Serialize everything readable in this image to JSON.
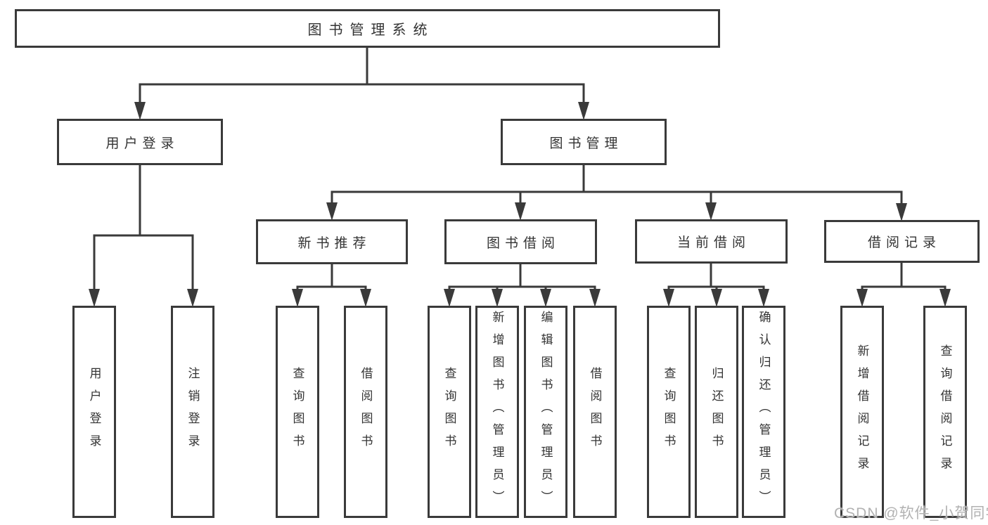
{
  "colors": {
    "line": "#3a3a3a",
    "box_border": "#3a3a3a",
    "text": "#333333",
    "watermark": "#b2b2b2",
    "background": "#ffffff"
  },
  "watermark": {
    "text": "CSDN @软件_小贺同学"
  },
  "tree": {
    "root": {
      "label": "图书管理系统",
      "children": [
        {
          "label": "用户登录",
          "children": [
            {
              "label": "用户登录"
            },
            {
              "label": "注销登录"
            }
          ]
        },
        {
          "label": "图书管理",
          "children": [
            {
              "label": "新书推荐",
              "children": [
                {
                  "label": "查询图书"
                },
                {
                  "label": "借阅图书"
                }
              ]
            },
            {
              "label": "图书借阅",
              "children": [
                {
                  "label": "查询图书"
                },
                {
                  "label": "新增图书（管理员）"
                },
                {
                  "label": "编辑图书（管理员）"
                },
                {
                  "label": "借阅图书"
                }
              ]
            },
            {
              "label": "当前借阅",
              "children": [
                {
                  "label": "查询图书"
                },
                {
                  "label": "归还图书"
                },
                {
                  "label": "确认归还（管理员）"
                }
              ]
            },
            {
              "label": "借阅记录",
              "children": [
                {
                  "label": "新增借阅记录"
                },
                {
                  "label": "查询借阅记录"
                }
              ]
            }
          ]
        }
      ]
    }
  }
}
